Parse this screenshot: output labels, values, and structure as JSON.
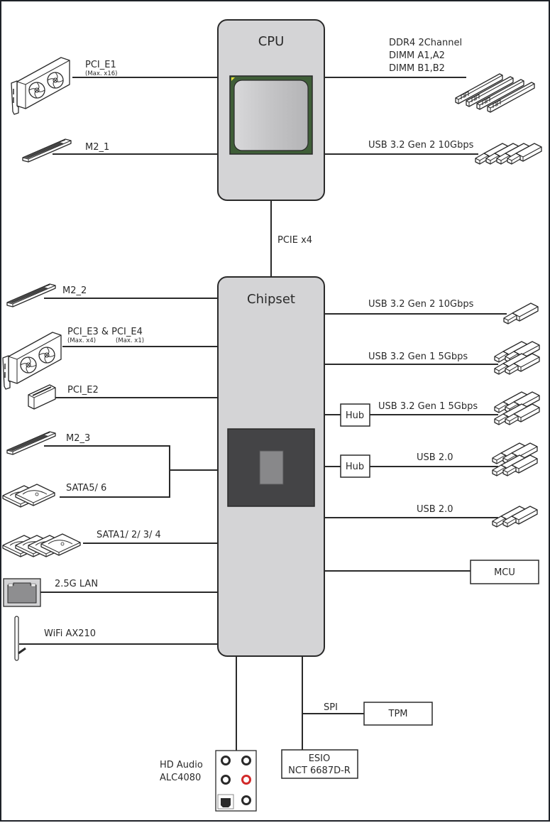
{
  "cpu": {
    "title": "CPU"
  },
  "chipset": {
    "title": "Chipset"
  },
  "uplink": {
    "label": "PCIE x4"
  },
  "cpu_left": [
    {
      "name": "PCI_E1",
      "sub": "(Max. x16)",
      "icon": "graphics-card-icon"
    },
    {
      "name": "M2_1",
      "icon": "m2-ssd-icon"
    }
  ],
  "cpu_right": [
    {
      "lines": [
        "DDR4 2Channel",
        "DIMM A1,A2",
        "DIMM B1,B2"
      ],
      "icon": "dimm-memory-icon"
    },
    {
      "name": "USB 3.2 Gen 2 10Gbps",
      "icon": "usb-stick-icon",
      "count": 4
    }
  ],
  "chipset_left": [
    {
      "name": "M2_2",
      "icon": "m2-ssd-icon"
    },
    {
      "name": "PCI_E3 & PCI_E4",
      "sub1": "(Max. x4)",
      "sub2": "(Max. x1)",
      "icon": "graphics-card-icon"
    },
    {
      "name": "PCI_E2",
      "icon": "pcie-slot-icon"
    },
    {
      "name": "M2_3",
      "icon": "m2-ssd-icon"
    },
    {
      "name": "SATA5/ 6",
      "icon": "hard-drive-icon",
      "count": 2
    },
    {
      "name": "SATA1/ 2/ 3/ 4",
      "icon": "hard-drive-icon",
      "count": 4
    },
    {
      "name": "2.5G LAN",
      "icon": "ethernet-port-icon"
    },
    {
      "name": "WiFi AX210",
      "icon": "antenna-icon"
    }
  ],
  "chipset_right": [
    {
      "name": "USB 3.2 Gen 2 10Gbps",
      "count": 1
    },
    {
      "name": "USB 3.2 Gen 1 5Gbps",
      "count": 4
    },
    {
      "name": "USB 3.2 Gen 1 5Gbps",
      "count": 4,
      "hub": "Hub"
    },
    {
      "name": "USB 2.0",
      "count": 4,
      "hub": "Hub"
    },
    {
      "name": "USB 2.0",
      "count": 2
    },
    {
      "name": "MCU",
      "box": true
    }
  ],
  "bottom": {
    "audio": {
      "lines": [
        "HD Audio",
        "ALC4080"
      ],
      "icon": "audio-jacks-icon"
    },
    "spi": "SPI",
    "tpm": "TPM",
    "esio": [
      "ESIO",
      "NCT 6687D-R"
    ]
  },
  "colors": {
    "block_fill": "#d4d4d6",
    "cpu_pcb": "#3f5e38",
    "chip_dark": "#444446",
    "chip_die": "#88888a",
    "audio_red": "#d22a2a",
    "ink": "#2a2a2a"
  }
}
